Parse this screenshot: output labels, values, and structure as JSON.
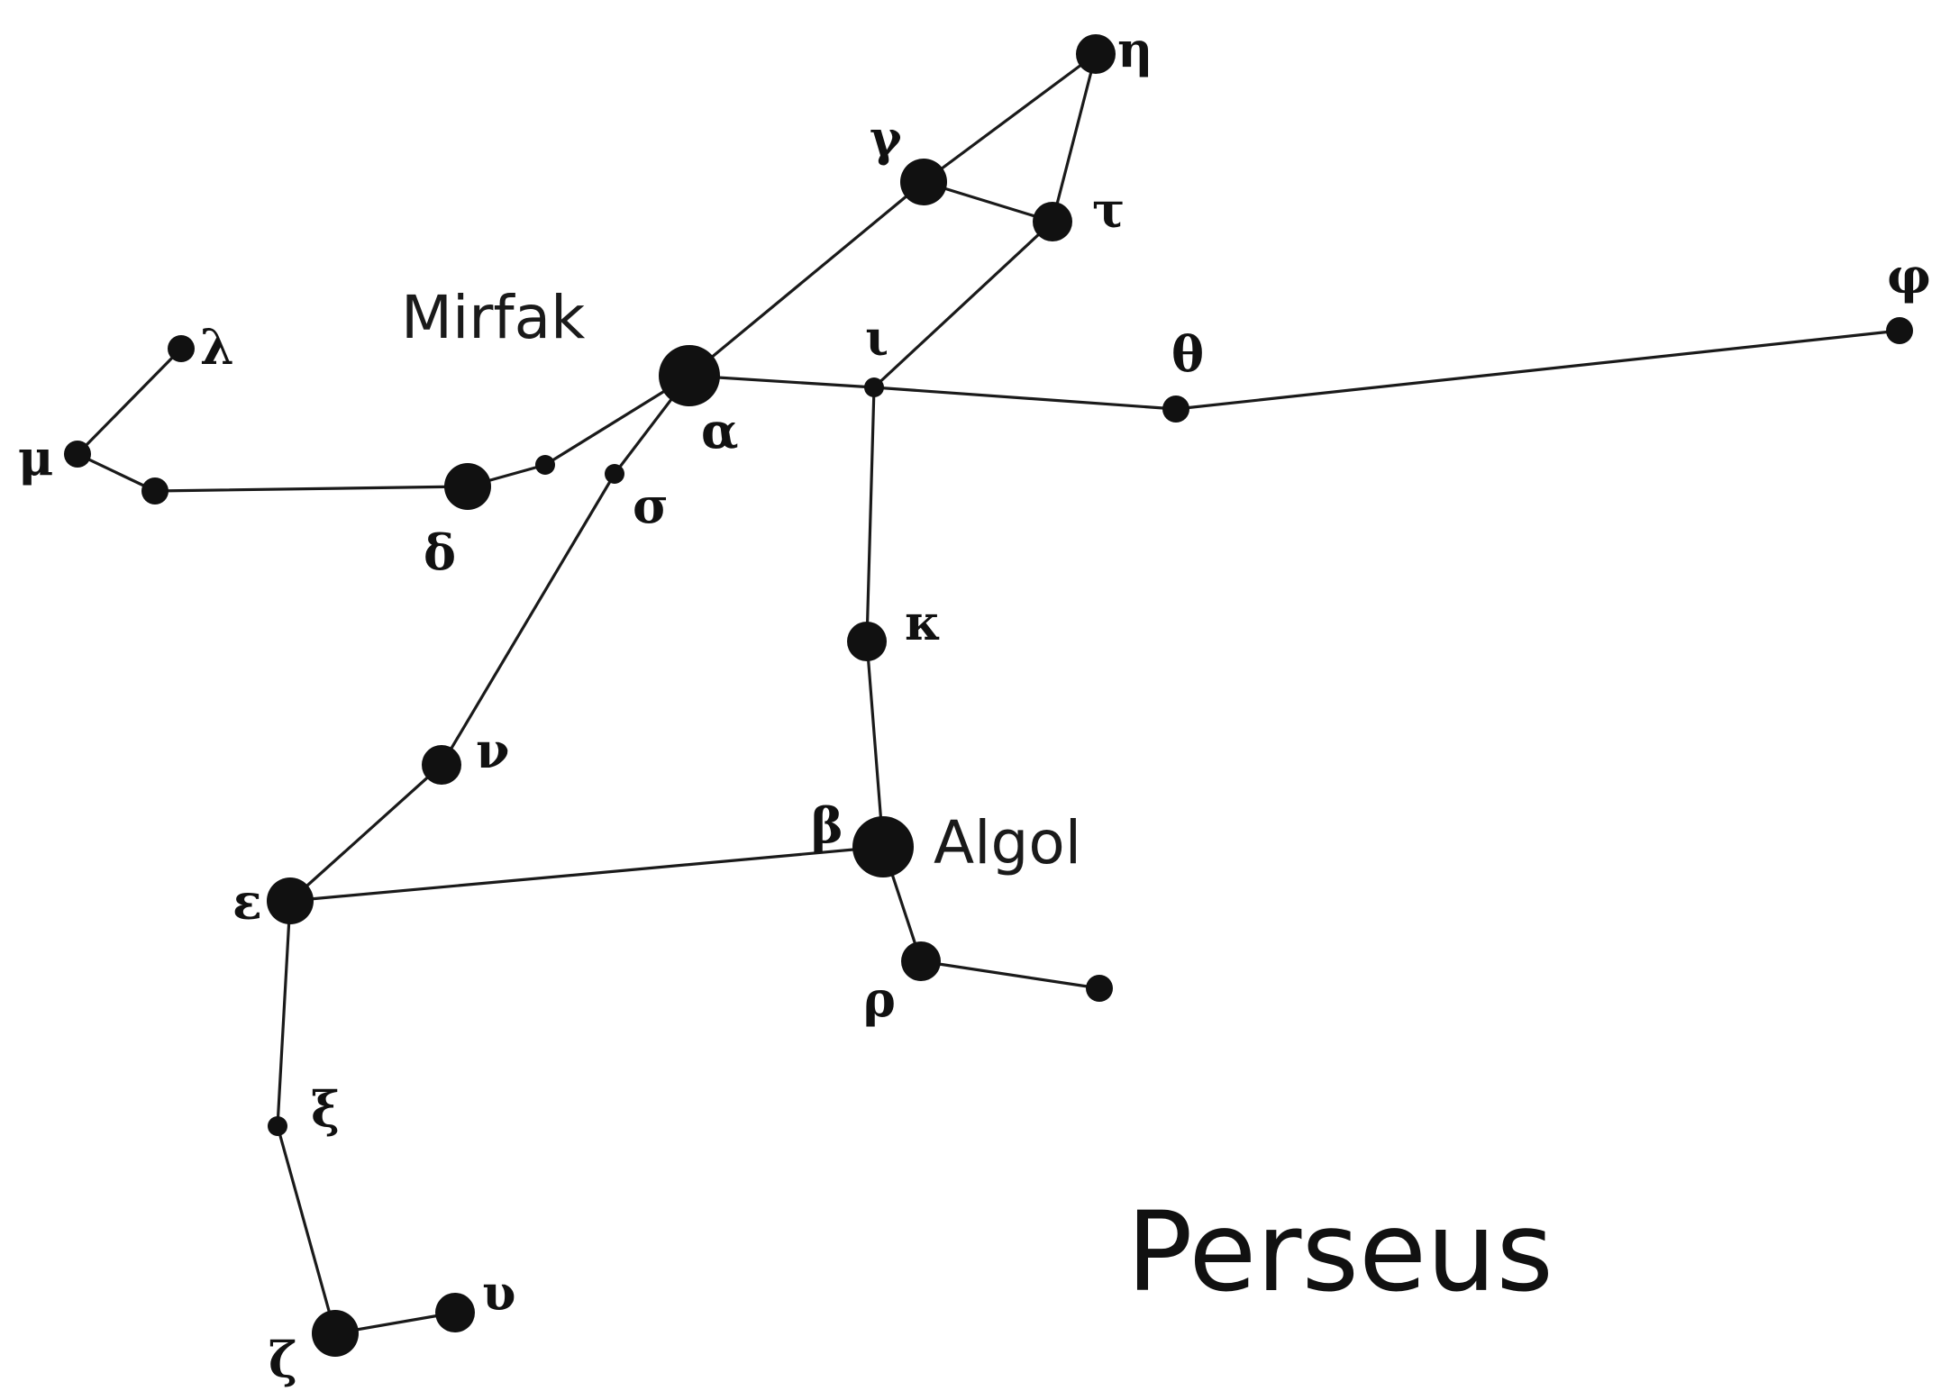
{
  "diagram": {
    "title": "Perseus",
    "named_stars": [
      {
        "id": "alpha",
        "name": "Mirfak"
      },
      {
        "id": "beta",
        "name": "Algol"
      }
    ],
    "stars": [
      {
        "id": "eta",
        "greek": "η",
        "mag": "medium"
      },
      {
        "id": "gamma",
        "greek": "γ",
        "mag": "large"
      },
      {
        "id": "tau",
        "greek": "τ",
        "mag": "medium"
      },
      {
        "id": "phi",
        "greek": "φ",
        "mag": "small"
      },
      {
        "id": "lambda",
        "greek": "λ",
        "mag": "small"
      },
      {
        "id": "mu",
        "greek": "μ",
        "mag": "small"
      },
      {
        "id": "unlab1",
        "greek": "",
        "mag": "small"
      },
      {
        "id": "delta",
        "greek": "δ",
        "mag": "large"
      },
      {
        "id": "unlab2",
        "greek": "",
        "mag": "tiny"
      },
      {
        "id": "sigma",
        "greek": "σ",
        "mag": "tiny"
      },
      {
        "id": "alpha",
        "greek": "α",
        "mag": "huge"
      },
      {
        "id": "iota",
        "greek": "ι",
        "mag": "tiny"
      },
      {
        "id": "theta",
        "greek": "θ",
        "mag": "small"
      },
      {
        "id": "kappa",
        "greek": "κ",
        "mag": "medium"
      },
      {
        "id": "nu",
        "greek": "ν",
        "mag": "medium"
      },
      {
        "id": "beta",
        "greek": "β",
        "mag": "huge"
      },
      {
        "id": "epsilon",
        "greek": "ε",
        "mag": "large"
      },
      {
        "id": "rho",
        "greek": "ρ",
        "mag": "medium"
      },
      {
        "id": "unlab3",
        "greek": "",
        "mag": "small"
      },
      {
        "id": "xi",
        "greek": "ξ",
        "mag": "tiny"
      },
      {
        "id": "zeta",
        "greek": "ζ",
        "mag": "large"
      },
      {
        "id": "upsilon",
        "greek": "υ",
        "mag": "medium"
      }
    ],
    "connections": [
      [
        "gamma",
        "eta"
      ],
      [
        "eta",
        "tau"
      ],
      [
        "gamma",
        "tau"
      ],
      [
        "gamma",
        "alpha"
      ],
      [
        "tau",
        "iota"
      ],
      [
        "alpha",
        "iota"
      ],
      [
        "iota",
        "theta"
      ],
      [
        "theta",
        "phi"
      ],
      [
        "iota",
        "kappa"
      ],
      [
        "kappa",
        "beta"
      ],
      [
        "lambda",
        "mu"
      ],
      [
        "mu",
        "unlab1"
      ],
      [
        "unlab1",
        "delta"
      ],
      [
        "delta",
        "unlab2"
      ],
      [
        "unlab2",
        "alpha"
      ],
      [
        "alpha",
        "sigma"
      ],
      [
        "sigma",
        "nu"
      ],
      [
        "nu",
        "epsilon"
      ],
      [
        "epsilon",
        "beta"
      ],
      [
        "beta",
        "rho"
      ],
      [
        "rho",
        "unlab3"
      ],
      [
        "epsilon",
        "xi"
      ],
      [
        "xi",
        "zeta"
      ],
      [
        "zeta",
        "upsilon"
      ]
    ]
  }
}
